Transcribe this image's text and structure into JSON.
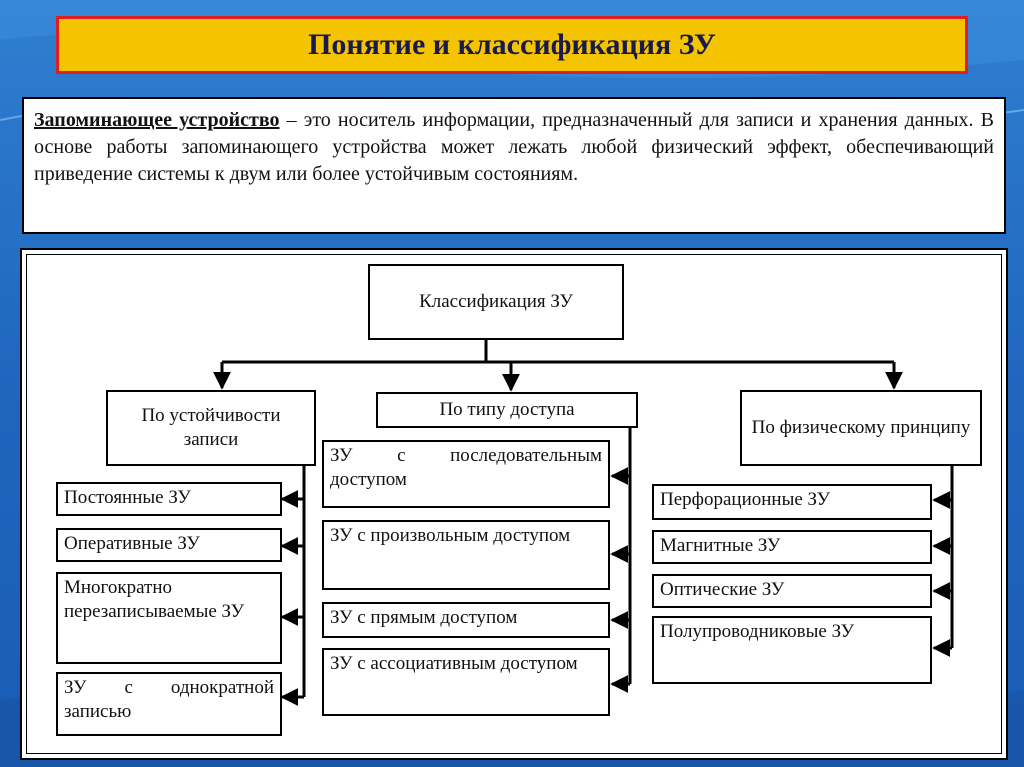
{
  "title": "Понятие и классификация ЗУ",
  "definition": {
    "term": "Запоминающее устройство",
    "text": " – это носитель информации, предназначенный для записи и хранения данных. В основе работы запоминающего устройства может лежать любой физический эффект, обеспечивающий приведение системы к двум или более устойчивым состояниям."
  },
  "diagram": {
    "root": "Классификация ЗУ",
    "categories": [
      {
        "label": "По устойчивости записи",
        "items": [
          "Постоянные ЗУ",
          "Оперативные ЗУ",
          "Многократно перезаписываемые ЗУ",
          "ЗУ с однократной записью"
        ]
      },
      {
        "label": "По типу доступа",
        "items": [
          "ЗУ с последовательным доступом",
          "ЗУ с произвольным доступом",
          "ЗУ с прямым доступом",
          "ЗУ с ассоциативным доступом"
        ]
      },
      {
        "label": "По физическому принципу",
        "items": [
          "Перфорационные ЗУ",
          "Магнитные ЗУ",
          "Оптические ЗУ",
          "Полупроводниковые ЗУ"
        ]
      }
    ]
  }
}
